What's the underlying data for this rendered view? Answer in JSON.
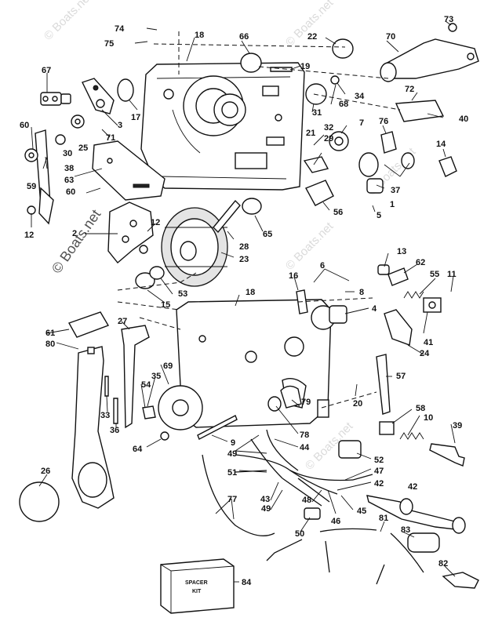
{
  "watermark": "© Boats.net",
  "kit_box": {
    "line1": "SPACER",
    "line2": "KIT"
  },
  "callouts": {
    "c1": "1",
    "c2": "2",
    "c3": "3",
    "c4": "4",
    "c5": "5",
    "c6": "6",
    "c7": "7",
    "c8": "8",
    "c9": "9",
    "c10": "10",
    "c11": "11",
    "c12a": "12",
    "c12b": "12",
    "c13": "13",
    "c14": "14",
    "c15": "15",
    "c16": "16",
    "c17": "17",
    "c18a": "18",
    "c18b": "18",
    "c19": "19",
    "c20": "20",
    "c21": "21",
    "c22": "22",
    "c23": "23",
    "c24": "24",
    "c25": "25",
    "c26": "26",
    "c27": "27",
    "c28": "28",
    "c29": "29",
    "c30": "30",
    "c31": "31",
    "c32": "32",
    "c33": "33",
    "c34": "34",
    "c35": "35",
    "c36": "36",
    "c37": "37",
    "c38": "38",
    "c39": "39",
    "c40": "40",
    "c41": "41",
    "c42a": "42",
    "c42b": "42",
    "c43": "43",
    "c44": "44",
    "c45": "45",
    "c46": "46",
    "c47": "47",
    "c48": "48",
    "c49a": "49",
    "c49b": "49",
    "c50": "50",
    "c51": "51",
    "c52": "52",
    "c53": "53",
    "c54": "54",
    "c55": "55",
    "c56": "56",
    "c57": "57",
    "c58": "58",
    "c59": "59",
    "c60a": "60",
    "c60b": "60",
    "c61": "61",
    "c62": "62",
    "c63": "63",
    "c64": "64",
    "c65": "65",
    "c66": "66",
    "c67": "67",
    "c68": "68",
    "c69": "69",
    "c70": "70",
    "c71": "71",
    "c72": "72",
    "c73": "73",
    "c74": "74",
    "c75": "75",
    "c76": "76",
    "c77": "77",
    "c78": "78",
    "c79": "79",
    "c80": "80",
    "c81": "81",
    "c82": "82",
    "c83": "83",
    "c84": "84"
  }
}
